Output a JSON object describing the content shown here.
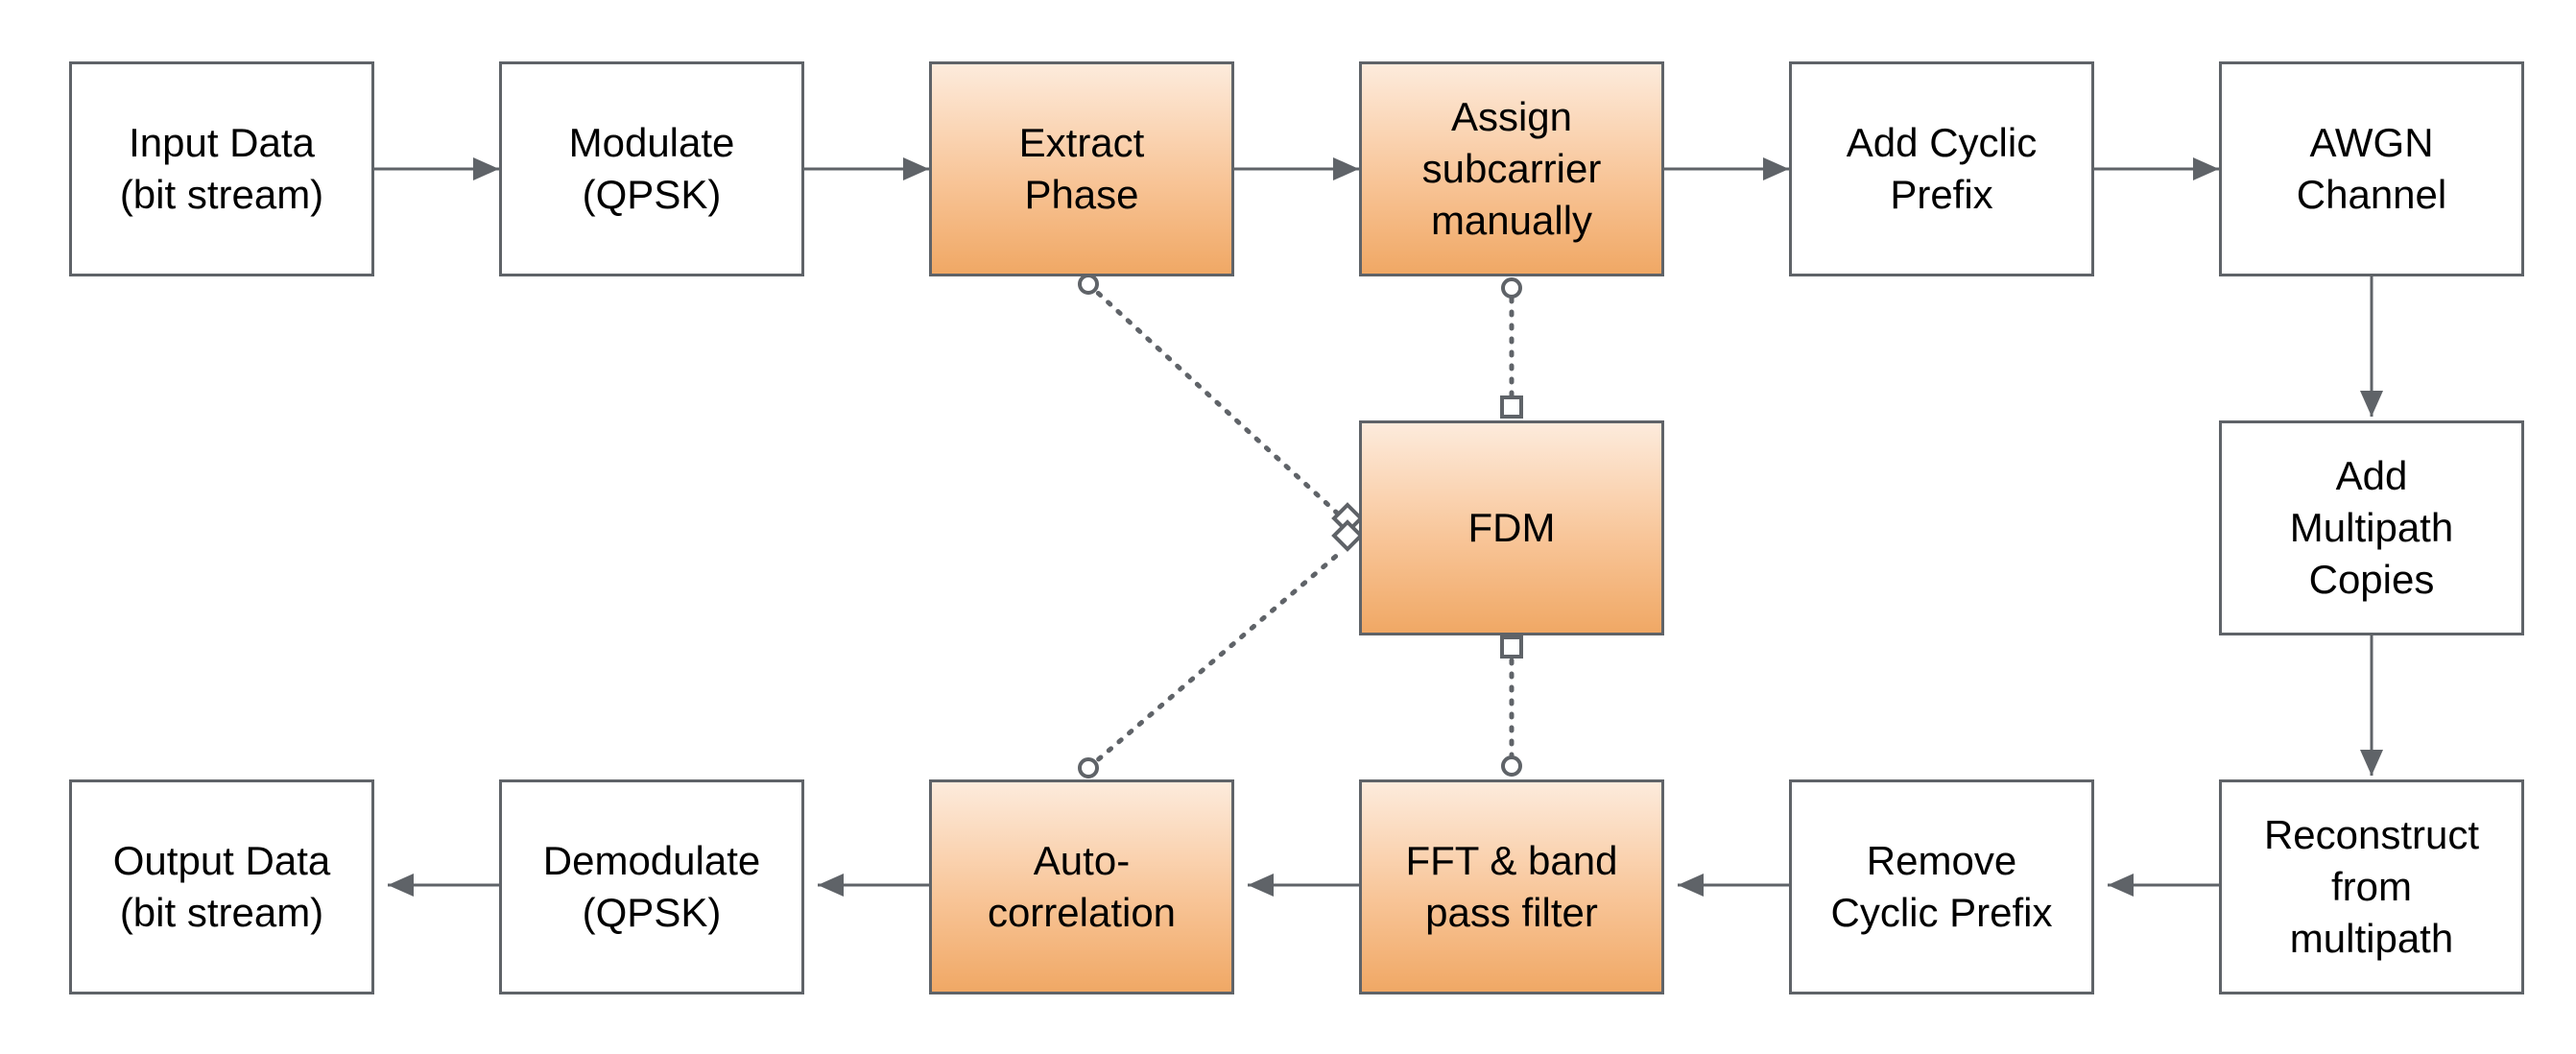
{
  "colors": {
    "stroke": "#5f6368",
    "highlight_top": "#fdebdc",
    "highlight_bottom": "#f0a865"
  },
  "blocks": {
    "input_data": "Input Data\n(bit stream)",
    "modulate": "Modulate\n(QPSK)",
    "extract_phase": "Extract\nPhase",
    "assign_subcarrier": "Assign\nsubcarrier\nmanually",
    "add_cyclic_prefix": "Add Cyclic\nPrefix",
    "awgn_channel": "AWGN\nChannel",
    "fdm": "FDM",
    "add_multipath": "Add\nMultipath\nCopies",
    "output_data": "Output Data\n(bit stream)",
    "demodulate": "Demodulate\n(QPSK)",
    "autocorrelation": "Auto-\ncorrelation",
    "fft_bandpass": "FFT & band\npass filter",
    "remove_cyclic_prefix": "Remove\nCyclic Prefix",
    "reconstruct": "Reconstruct\nfrom\nmultipath"
  }
}
